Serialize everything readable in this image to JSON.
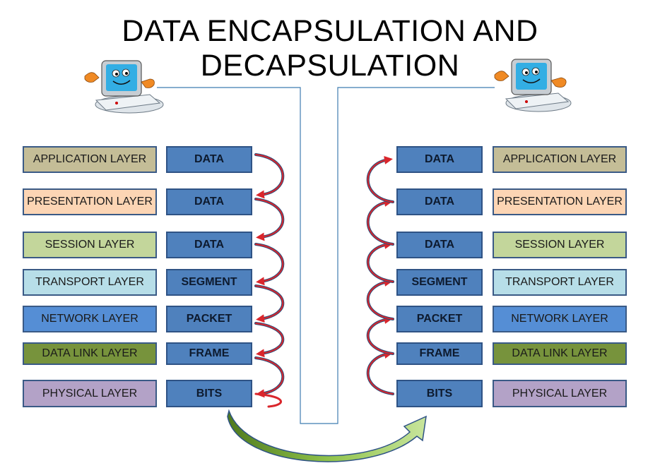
{
  "title": "DATA ENCAPSULATION AND DECAPSULATION",
  "left_stack": {
    "layers": [
      {
        "label": "APPLICATION LAYER",
        "color": "#c4bd97"
      },
      {
        "label": "PRESENTATION LAYER",
        "color": "#fcd5b4"
      },
      {
        "label": "SESSION LAYER",
        "color": "#c3d69b"
      },
      {
        "label": "TRANSPORT LAYER",
        "color": "#b7dee8"
      },
      {
        "label": "NETWORK LAYER",
        "color": "#558ed5"
      },
      {
        "label": "DATA LINK LAYER",
        "color": "#77933c"
      },
      {
        "label": "PHYSICAL LAYER",
        "color": "#b3a2c7"
      }
    ],
    "pdus": [
      "DATA",
      "DATA",
      "DATA",
      "SEGMENT",
      "PACKET",
      "FRAME",
      "BITS"
    ]
  },
  "right_stack": {
    "pdus": [
      "DATA",
      "DATA",
      "DATA",
      "SEGMENT",
      "PACKET",
      "FRAME",
      "BITS"
    ],
    "layers": [
      {
        "label": "APPLICATION LAYER",
        "color": "#c4bd97"
      },
      {
        "label": "PRESENTATION LAYER",
        "color": "#fcd5b4"
      },
      {
        "label": "SESSION LAYER",
        "color": "#c3d69b"
      },
      {
        "label": "TRANSPORT LAYER",
        "color": "#b7dee8"
      },
      {
        "label": "NETWORK LAYER",
        "color": "#558ed5"
      },
      {
        "label": "DATA LINK LAYER",
        "color": "#77933c"
      },
      {
        "label": "PHYSICAL LAYER",
        "color": "#b3a2c7"
      }
    ]
  },
  "colors": {
    "pdu": "#4f81bd",
    "arrow_red": "#d9262c",
    "arrow_blue": "#2e4d7a",
    "arrow_green": "#92c353",
    "link_line": "#3f7cb0"
  },
  "icons": [
    "computer-mascot-icon",
    "computer-mascot-icon"
  ]
}
